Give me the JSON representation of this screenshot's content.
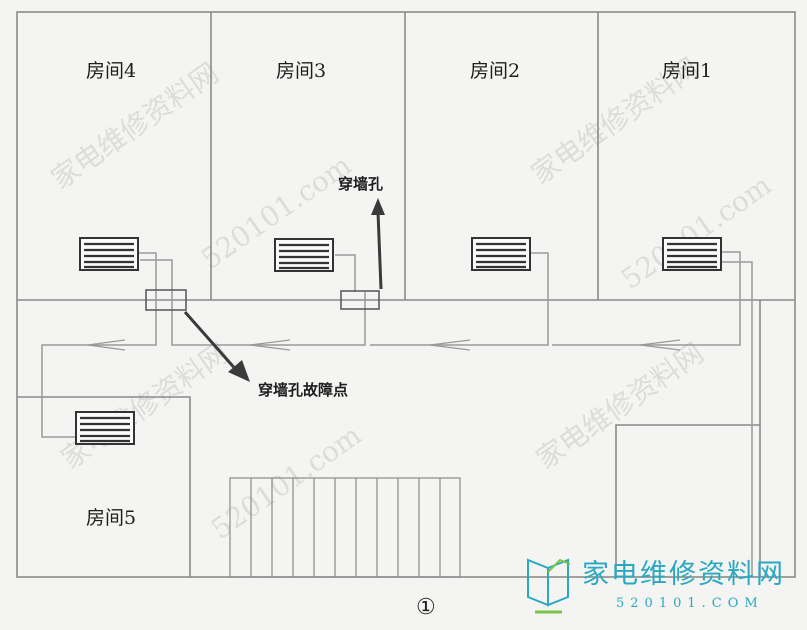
{
  "rooms": {
    "room1": "房间1",
    "room2": "房间2",
    "room3": "房间3",
    "room4": "房间4",
    "room5": "房间5"
  },
  "annotations": {
    "wall_hole": "穿墙孔",
    "wall_hole_fault": "穿墙孔故障点"
  },
  "figure_number": "①",
  "watermark": {
    "text": "家电维修资料网",
    "url": "520101.com"
  },
  "logo": {
    "text": "家电维修资料网",
    "url": "520101.COM",
    "color": "#2aa8c2"
  },
  "colors": {
    "wall": "#8a8a8a",
    "pipe": "#9a9a9a",
    "arrow": "#3a3a3a"
  }
}
